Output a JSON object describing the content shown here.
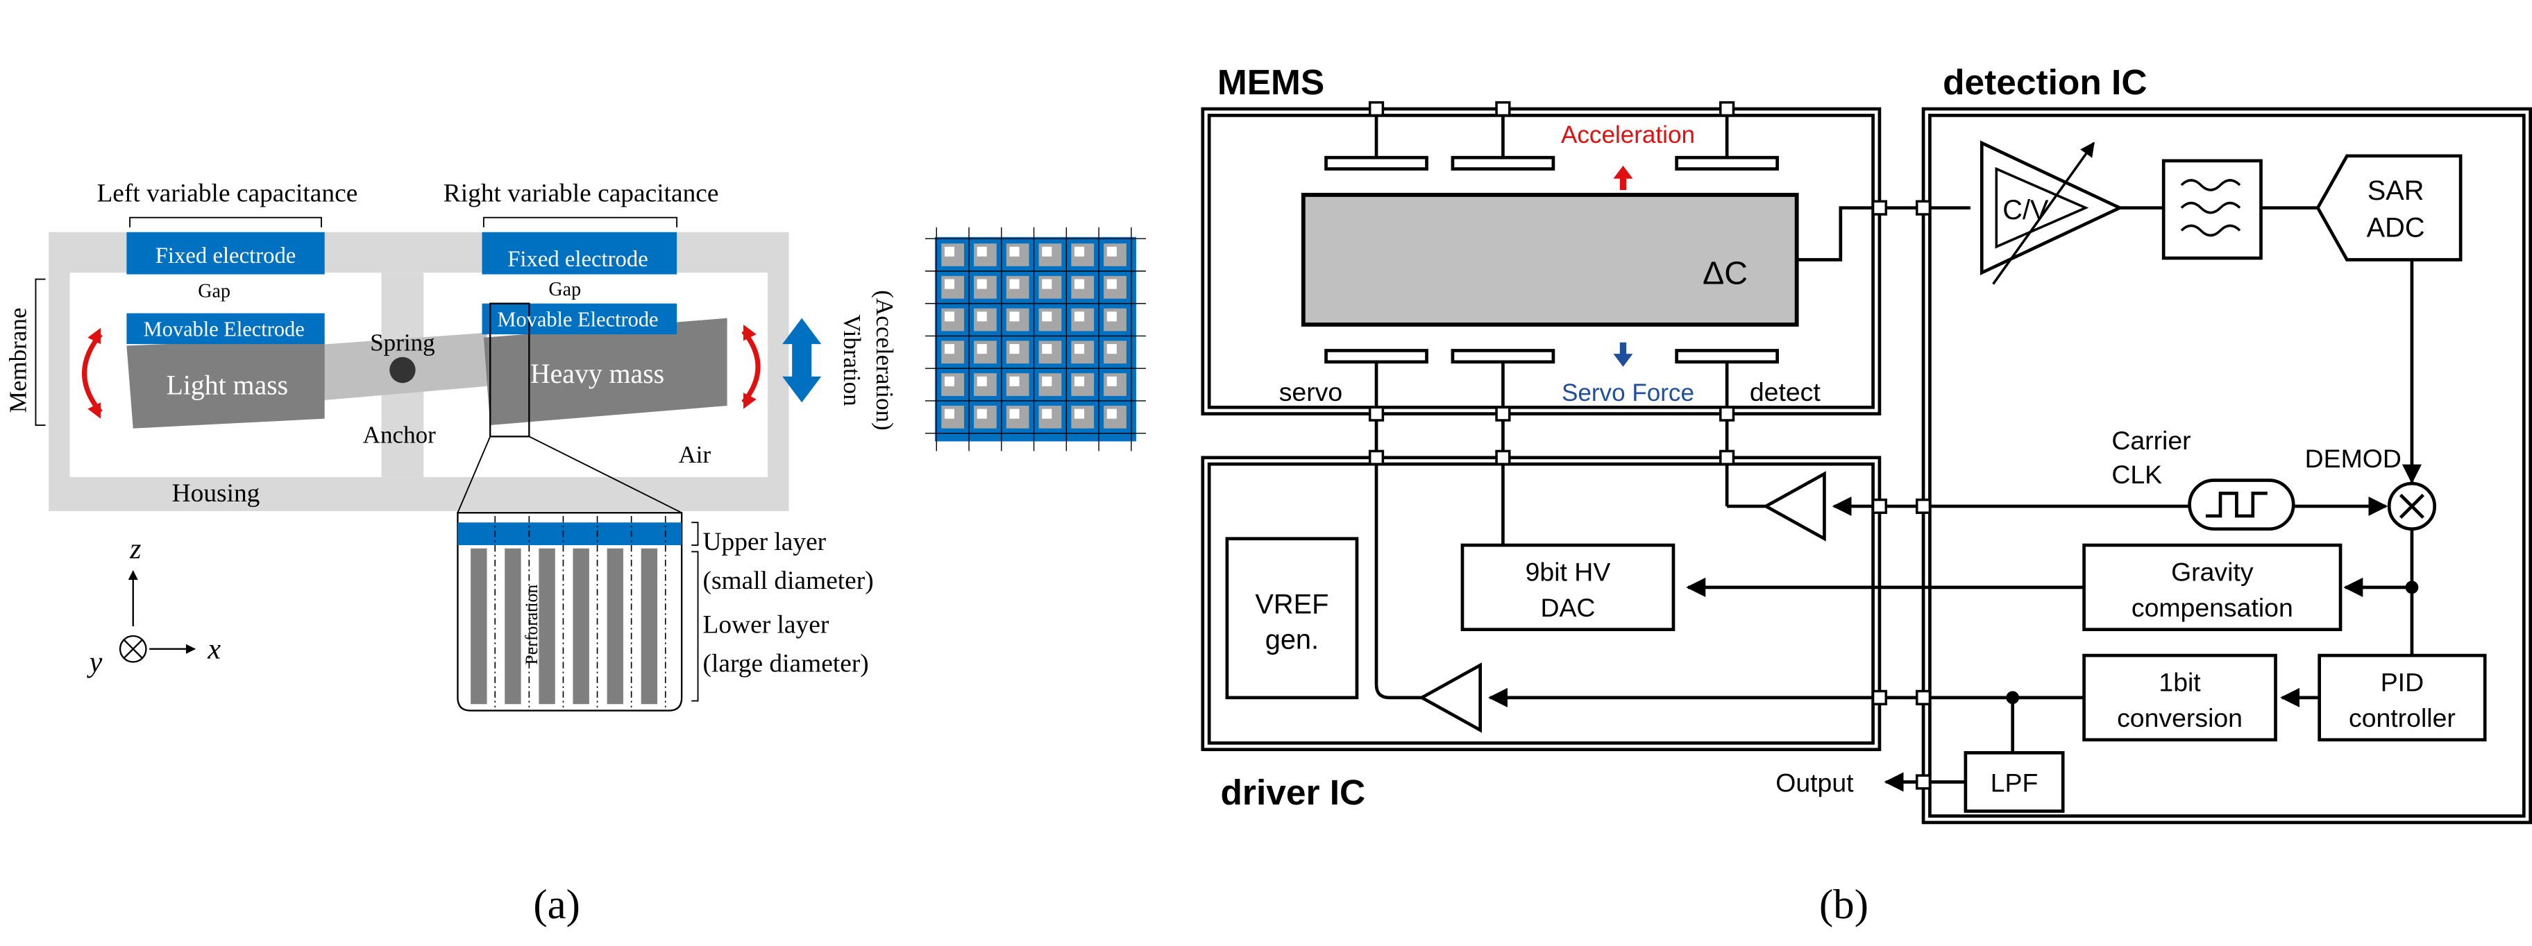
{
  "panel_a": {
    "caption": "(a)",
    "left_cap_label": "Left variable capacitance",
    "right_cap_label": "Right variable capacitance",
    "fixed_electrode": "Fixed electrode",
    "gap": "Gap",
    "movable_electrode": "Movable Electrode",
    "spring": "Spring",
    "light_mass": "Light mass",
    "heavy_mass": "Heavy mass",
    "anchor": "Anchor",
    "air": "Air",
    "housing": "Housing",
    "membrane": "Membrane",
    "vibration": "Vibration",
    "acceleration": "(Acceleration)",
    "perforation": "Perforation",
    "upper_layer": "Upper layer",
    "small_diameter": "(small diameter)",
    "lower_layer": "Lower layer",
    "large_diameter": "(large diameter)",
    "axis_z": "z",
    "axis_y": "y",
    "axis_x": "x",
    "colors": {
      "electrode": "#0070c0",
      "mass": "#7f7f7f",
      "housing": "#d9d9d9",
      "arrow_red": "#e01010",
      "arrow_blue": "#0070c0"
    }
  },
  "panel_b": {
    "caption": "(b)",
    "mems": "MEMS",
    "detection_ic": "detection IC",
    "driver_ic": "driver IC",
    "acceleration": "Acceleration",
    "servo_force": "Servo Force",
    "delta_c": "ΔC",
    "servo": "servo",
    "detect": "detect",
    "cv": "C/V",
    "sar": "SAR",
    "adc": "ADC",
    "carrier": "Carrier",
    "clk": "CLK",
    "demod": "DEMOD",
    "gravity": "Gravity",
    "compensation": "compensation",
    "dac_1": "9bit HV",
    "dac_2": "DAC",
    "vref_1": "VREF",
    "vref_2": "gen.",
    "conv_1": "1bit",
    "conv_2": "conversion",
    "pid_1": "PID",
    "pid_2": "controller",
    "lpf": "LPF",
    "output": "Output",
    "colors": {
      "acceleration": "#e01010",
      "servo_force": "#1f4e9c",
      "mems_body": "#c0c0c0"
    }
  }
}
